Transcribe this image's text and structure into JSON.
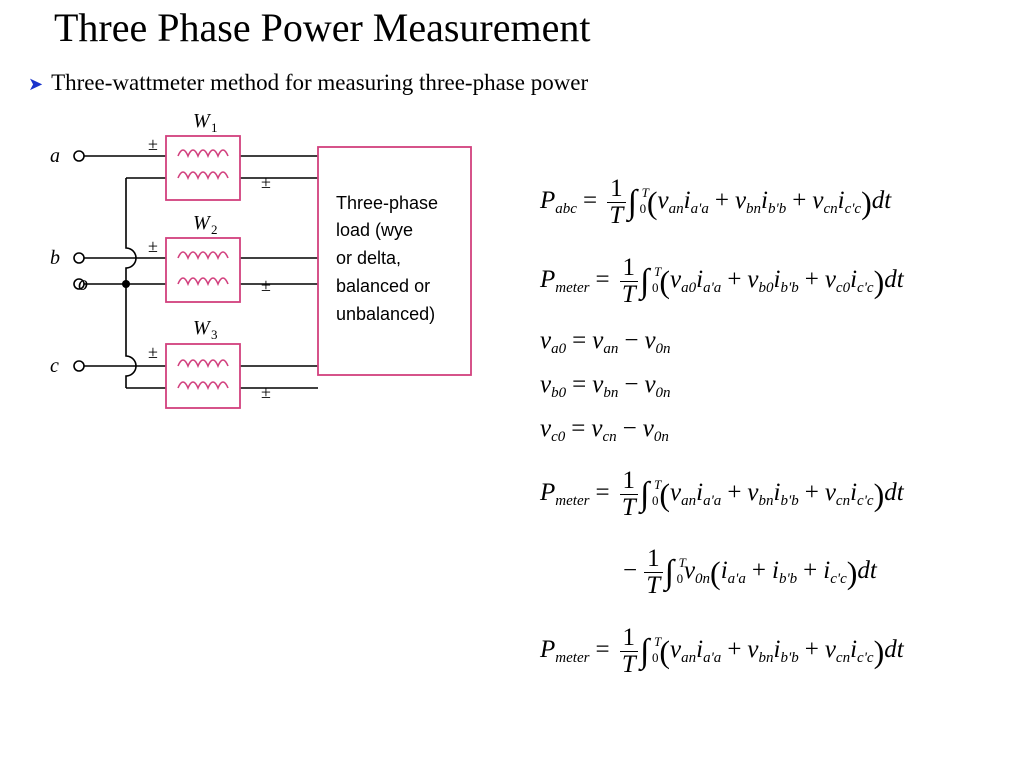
{
  "slide": {
    "title": "Three Phase Power Measurement",
    "bullet": "Three-wattmeter method for measuring three-phase power"
  },
  "colors": {
    "accent": "#1a33cc",
    "meter": "#d2407e",
    "wire": "#000000"
  },
  "circuit": {
    "terminals": [
      "a",
      "b",
      "o",
      "c"
    ],
    "wattmeter_labels": [
      "W",
      "W",
      "W"
    ],
    "wattmeter_subscripts": [
      "1",
      "2",
      "3"
    ],
    "polarity_mark": "±",
    "load_label_lines": [
      "Three-phase",
      "load (wye",
      "or delta,",
      "balanced or",
      "unbalanced)"
    ]
  },
  "equations": [
    "P_abc = (1/T) ∫_0^T (v_an i_a'a + v_bn i_b'b + v_cn i_c'c) dt",
    "P_meter = (1/T) ∫_0^T (v_a0 i_a'a + v_b0 i_b'b + v_c0 i_c'c) dt",
    "v_a0 = v_an − v_0n",
    "v_b0 = v_bn − v_0n",
    "v_c0 = v_cn − v_0n",
    "P_meter = (1/T) ∫_0^T (v_an i_a'a + v_bn i_b'b + v_cn i_c'c) dt",
    "− (1/T) ∫_0^T v_0n (i_a'a + i_b'b + i_c'c) dt",
    "P_meter = (1/T) ∫_0^T (v_an i_a'a + v_bn i_b'b + v_cn i_c'c) dt"
  ]
}
